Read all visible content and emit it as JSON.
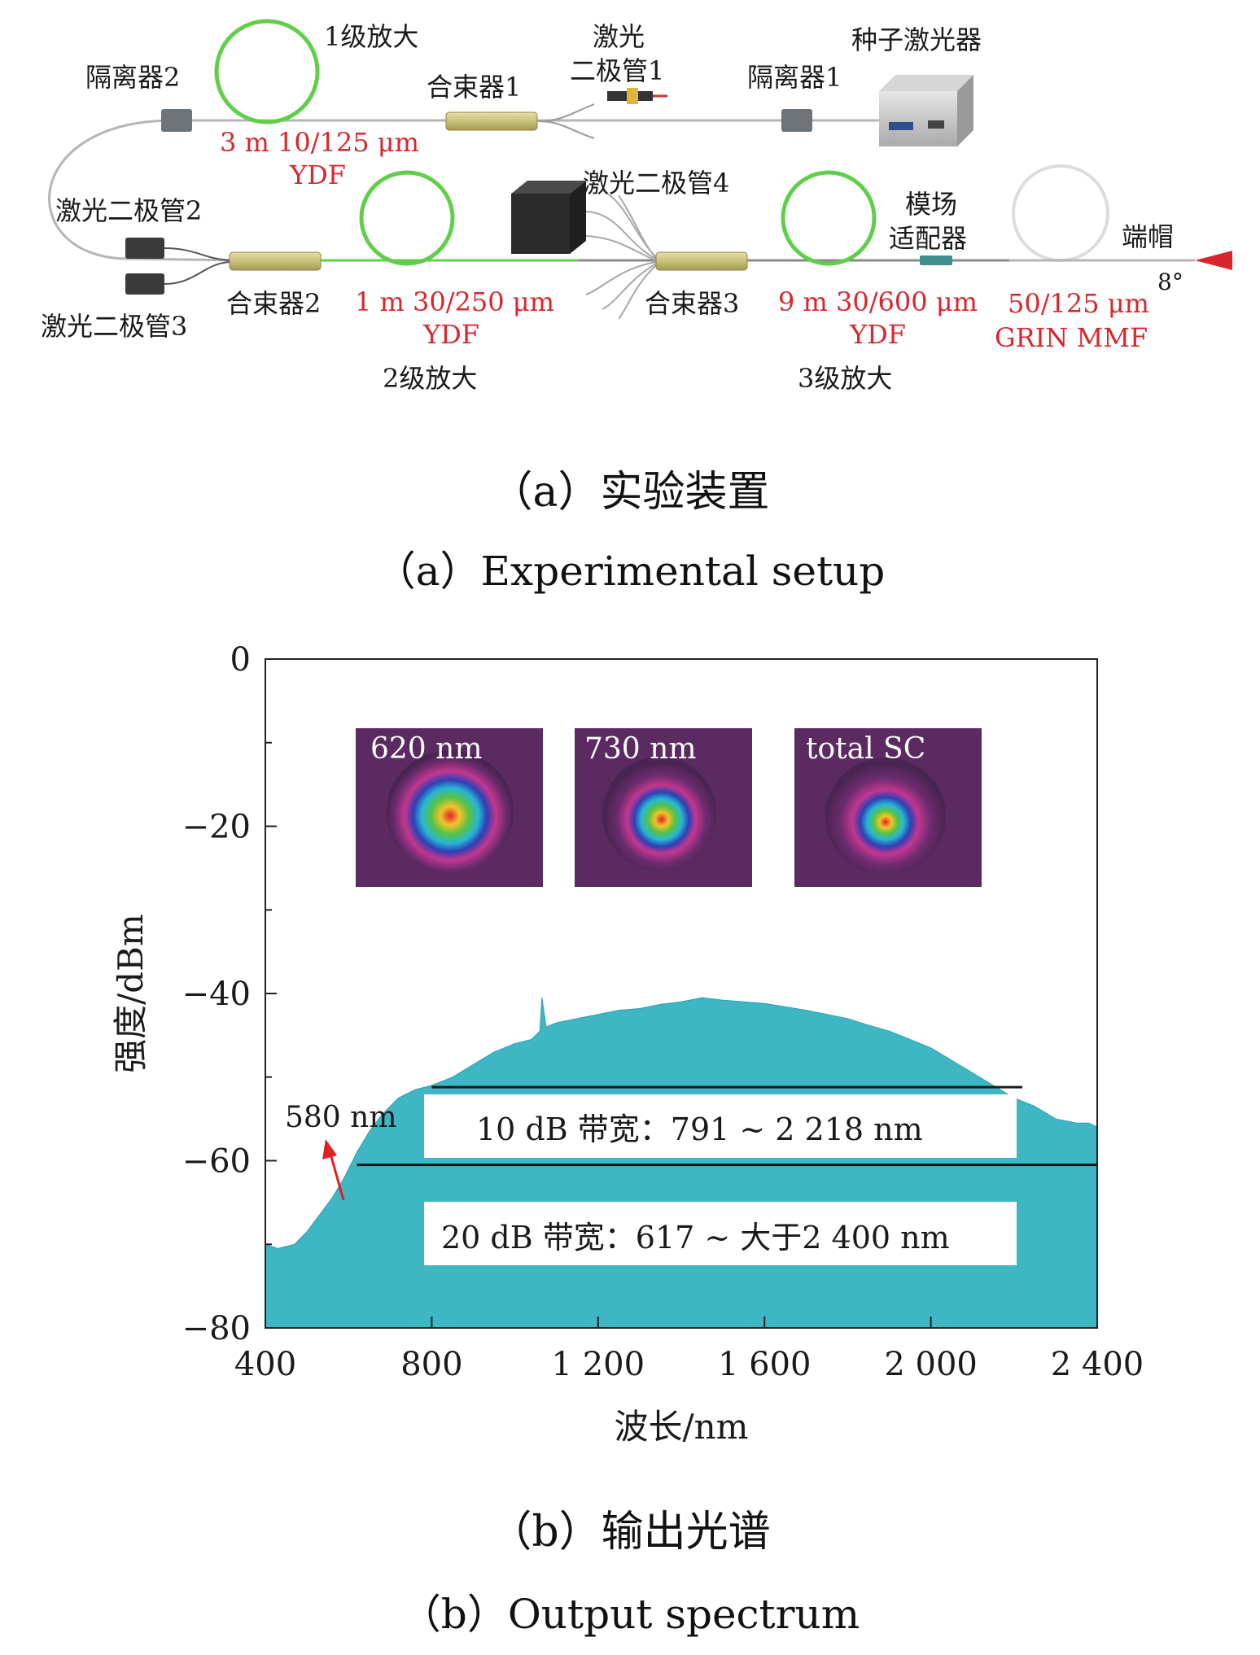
{
  "setup": {
    "labels": {
      "isolator2": "隔离器2",
      "stage1": "1级放大",
      "ld1": [
        "激光",
        "二极管1"
      ],
      "seed": "种子激光器",
      "isolator1": "隔离器1",
      "combiner1": "合束器1",
      "fiber1": [
        "3 m 10/125 μm",
        "YDF"
      ],
      "ld2": "激光二极管2",
      "ld3": "激光二极管3",
      "combiner2": "合束器2",
      "fiber2": [
        "1 m 30/250 μm",
        "YDF"
      ],
      "stage2": "2级放大",
      "ld4": "激光二极管4",
      "combiner3": "合束器3",
      "fiber3": [
        "9 m 30/600 μm",
        "YDF"
      ],
      "stage3": "3级放大",
      "mode_adapter": [
        "模场",
        "适配器"
      ],
      "fiber4": [
        "50/125 μm",
        "GRIN MMF"
      ],
      "endcap": "端帽",
      "angle": "8°"
    },
    "colors": {
      "fiber_red": "#d9262c",
      "coil_green": "#5fcf4a",
      "combiner": "#c9c27a"
    }
  },
  "captions": {
    "a_cn": "（a）实验装置",
    "a_en": "（a）Experimental setup",
    "b_cn": "（b）输出光谱",
    "b_en": "（b）Output spectrum"
  },
  "chart_data": {
    "type": "area",
    "xlabel": "波长/nm",
    "ylabel": "强度/dBm",
    "xlim": [
      400,
      2400
    ],
    "ylim": [
      -80,
      0
    ],
    "xticks": [
      400,
      800,
      1200,
      1600,
      2000,
      2400
    ],
    "xtick_labels": [
      "400",
      "800",
      "1 200",
      "1 600",
      "2 000",
      "2 400"
    ],
    "yticks": [
      0,
      -20,
      -40,
      -60,
      -80
    ],
    "ytick_labels": [
      "0",
      "−20",
      "−40",
      "−60",
      "−80"
    ],
    "fill_color": "#3fb6c4",
    "series": [
      {
        "x": [
          400,
          430,
          470,
          500,
          530,
          560,
          590,
          620,
          650,
          680,
          700,
          720,
          760,
          800,
          850,
          900,
          950,
          1000,
          1040,
          1060,
          1065,
          1075,
          1100,
          1150,
          1200,
          1250,
          1300,
          1350,
          1400,
          1450,
          1500,
          1550,
          1600,
          1650,
          1700,
          1750,
          1800,
          1850,
          1900,
          1950,
          2000,
          2050,
          2100,
          2150,
          2200,
          2250,
          2300,
          2350,
          2380,
          2400
        ],
        "y": [
          -70,
          -70.5,
          -70,
          -68.5,
          -66.5,
          -64.5,
          -62,
          -59,
          -56.5,
          -54.5,
          -53.5,
          -52.5,
          -51.5,
          -51,
          -50,
          -48.5,
          -47,
          -46,
          -45.5,
          -44.5,
          -40.5,
          -44,
          -43.5,
          -43,
          -42.5,
          -42,
          -41.8,
          -41.3,
          -41,
          -40.5,
          -40.8,
          -41,
          -41.2,
          -41.6,
          -42,
          -42.5,
          -43,
          -43.8,
          -44.5,
          -45.5,
          -46.5,
          -48,
          -49.5,
          -51,
          -52.5,
          -53.5,
          -55,
          -55.5,
          -55.5,
          -56
        ]
      }
    ],
    "annotations": {
      "marker": "580 nm",
      "band10": "10 dB 带宽：791 ~ 2 218 nm",
      "band20": "20 dB 带宽：617 ~ 大于2 400 nm",
      "line10_y": -51.2,
      "line10_x": [
        800,
        2220
      ],
      "line20_y": -60.5,
      "line20_x": [
        620,
        2400
      ]
    },
    "insets": [
      "620 nm",
      "730 nm",
      "total SC"
    ]
  }
}
